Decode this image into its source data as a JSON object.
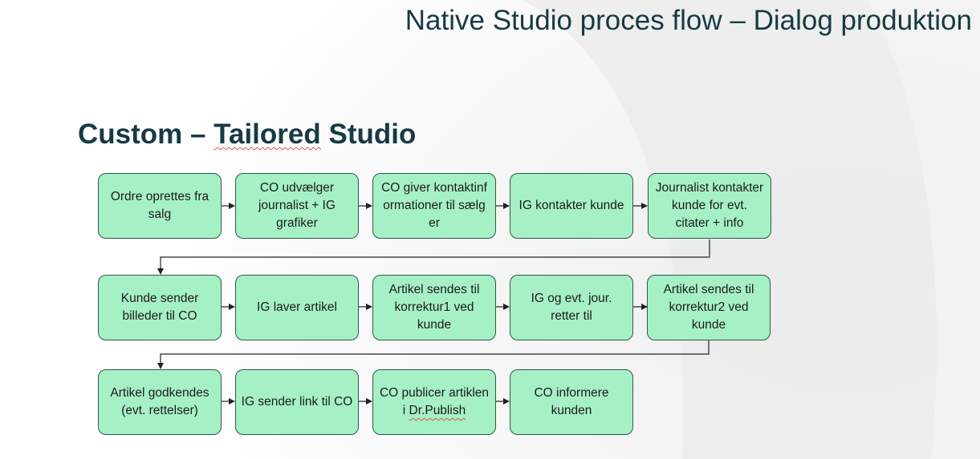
{
  "slide": {
    "title": "Native Studio proces flow – Dialog produktion",
    "section_prefix": "Custom – ",
    "section_spellflag": "Tailored",
    "section_suffix": " Studio"
  },
  "flow": {
    "rows": [
      [
        {
          "text": "Ordre oprettes fra salg"
        },
        {
          "text": "CO udvælger journalist + IG grafiker"
        },
        {
          "text": "CO giver kontaktinformationer til sælger"
        },
        {
          "text": "IG kontakter kunde"
        },
        {
          "text": "Journalist kontakter kunde for evt. citater + info"
        }
      ],
      [
        {
          "text": "Kunde sender billeder til CO"
        },
        {
          "text": "IG laver artikel"
        },
        {
          "text": "Artikel sendes til korrektur1 ved kunde"
        },
        {
          "text": "IG og evt. jour. retter til"
        },
        {
          "text": "Artikel sendes til korrektur2 ved kunde"
        }
      ],
      [
        {
          "text": "Artikel godkendes (evt. rettelser)"
        },
        {
          "text": "IG sender link til CO"
        },
        {
          "text_before": "CO publicer artiklen i ",
          "text_flag": "Dr.Publish"
        },
        {
          "text": "CO informere kunden"
        }
      ]
    ]
  },
  "colors": {
    "box_fill": "#a6f0c6",
    "box_border": "#2f5a49",
    "title_color": "#173a44"
  }
}
